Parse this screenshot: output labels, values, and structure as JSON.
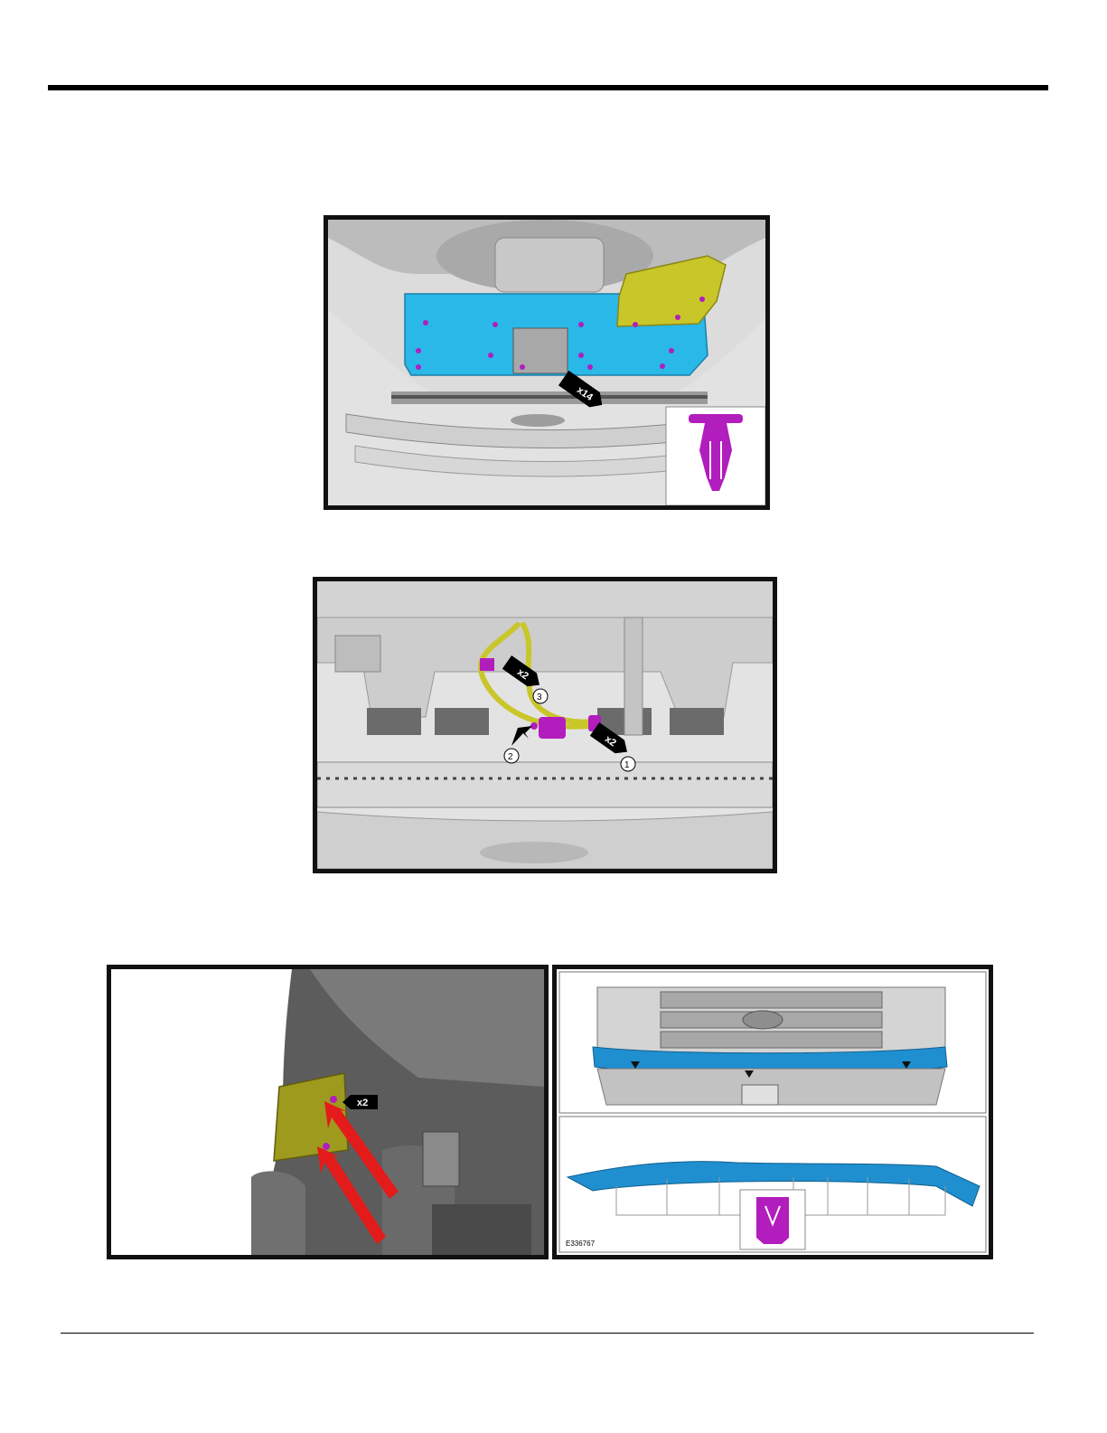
{
  "figures": {
    "radiator_shield": {
      "badge": "x14"
    },
    "harness": {
      "badge_top": "x2",
      "badge_right": "x2",
      "callout_1": "1",
      "callout_2": "2",
      "callout_3": "3"
    },
    "wheelhouse": {
      "badge": "x2"
    },
    "bumper_valance": {
      "code": "E336767"
    }
  },
  "colors": {
    "shield": "#29b8e8",
    "duct": "#c9c62a",
    "fastener": "#b21dbd",
    "arrow_red": "#e41b1b",
    "valance": "#1f8fd0"
  }
}
